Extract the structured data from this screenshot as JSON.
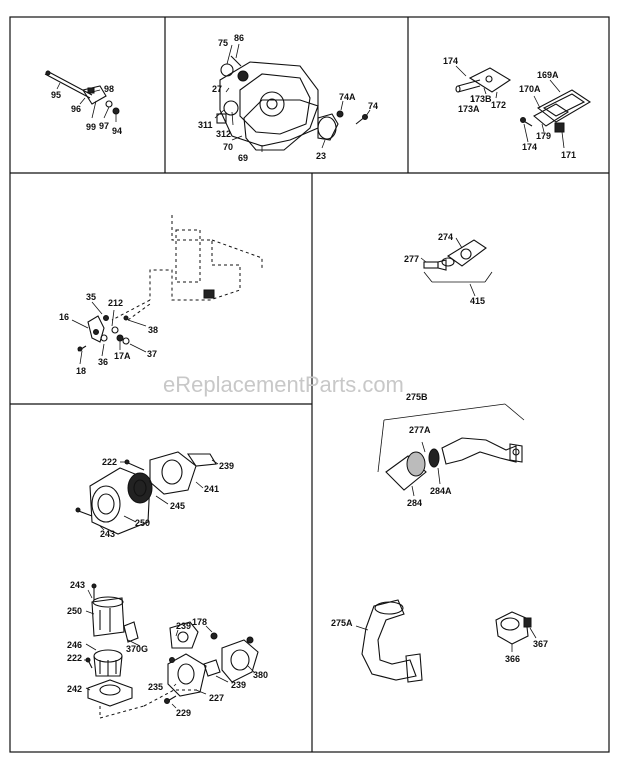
{
  "watermark": "eReplacementParts.com",
  "labels": {
    "p95": "95",
    "p96": "96",
    "p98": "98",
    "p99": "99",
    "p97": "97",
    "p94": "94",
    "p75": "75",
    "p86": "86",
    "p27": "27",
    "p311": "311",
    "p312": "312",
    "p70": "70",
    "p69": "69",
    "p23": "23",
    "p74A": "74A",
    "p74": "74",
    "p174a": "174",
    "p173B": "173B",
    "p173A": "173A",
    "p172": "172",
    "p169A": "169A",
    "p170A": "170A",
    "p179": "179",
    "p174b": "174",
    "p171": "171",
    "p35": "35",
    "p212": "212",
    "p16": "16",
    "p38": "38",
    "p36": "36",
    "p17A": "17A",
    "p37": "37",
    "p18": "18",
    "p274": "274",
    "p277": "277",
    "p415": "415",
    "p275B": "275B",
    "p277A": "277A",
    "p284A": "284A",
    "p284": "284",
    "p222a": "222",
    "p239a": "239",
    "p241": "241",
    "p245": "245",
    "p250a": "250",
    "p243a": "243",
    "p243b": "243",
    "p250b": "250",
    "p246": "246",
    "p370G": "370G",
    "p222b": "222",
    "p242": "242",
    "p178": "178",
    "p239b": "239",
    "p380": "380",
    "p235": "235",
    "p239c": "239",
    "p227": "227",
    "p229": "229",
    "p275A": "275A",
    "p366": "366",
    "p367": "367"
  }
}
